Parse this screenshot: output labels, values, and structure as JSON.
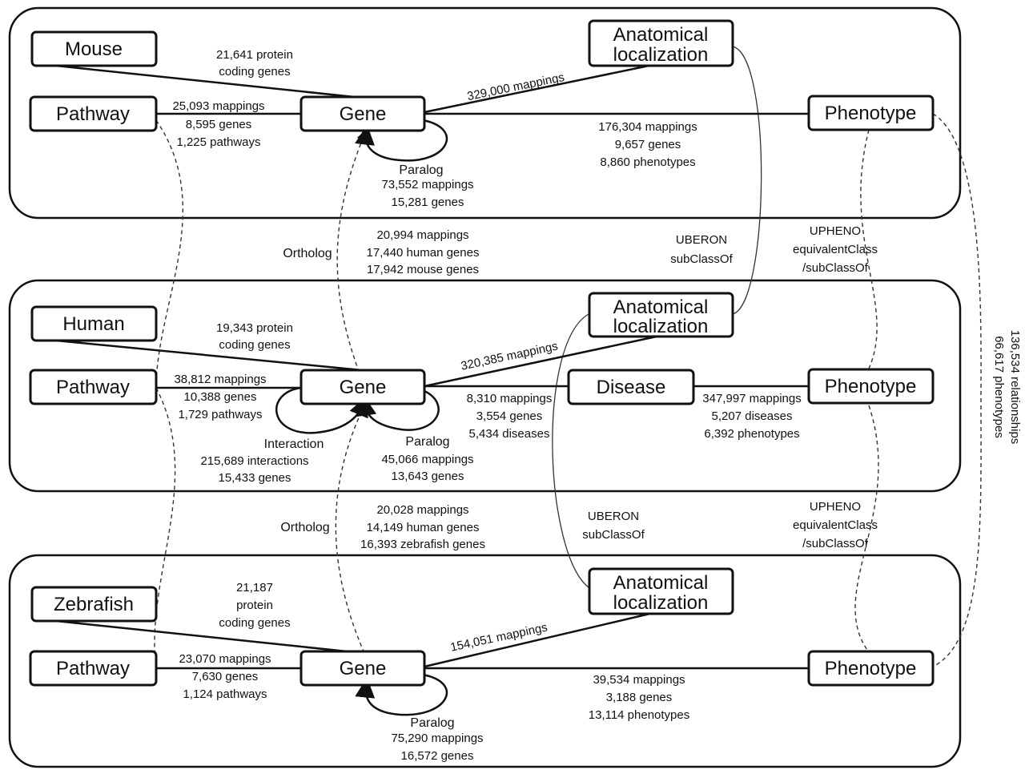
{
  "mouse": {
    "species": "Mouse",
    "pathway": "Pathway",
    "gene": "Gene",
    "anatomical": [
      "Anatomical",
      "localization"
    ],
    "phenotype": "Phenotype",
    "species_gene": [
      "21,641 protein",
      "coding genes"
    ],
    "pathway_gene": [
      "25,093 mappings",
      "8,595 genes",
      "1,225 pathways"
    ],
    "gene_anatomical": "329,000 mappings",
    "gene_phenotype": [
      "176,304 mappings",
      "9,657 genes",
      "8,860 phenotypes"
    ],
    "paralog": [
      "Paralog",
      "73,552 mappings",
      "15,281 genes"
    ]
  },
  "between_mouse_human": {
    "ortholog": "Ortholog",
    "ortholog_stats": [
      "20,994 mappings",
      "17,440 human genes",
      "17,942 mouse genes"
    ],
    "uberon": [
      "UBERON",
      "subClassOf"
    ],
    "upheno": [
      "UPHENO",
      "equivalentClass",
      "/subClassOf"
    ]
  },
  "human": {
    "species": "Human",
    "pathway": "Pathway",
    "gene": "Gene",
    "anatomical": [
      "Anatomical",
      "localization"
    ],
    "disease": "Disease",
    "phenotype": "Phenotype",
    "species_gene": [
      "19,343 protein",
      "coding genes"
    ],
    "pathway_gene": [
      "38,812 mappings",
      "10,388 genes",
      "1,729 pathways"
    ],
    "gene_anatomical": "320,385 mappings",
    "gene_disease": [
      "8,310 mappings",
      "3,554 genes",
      "5,434 diseases"
    ],
    "disease_phenotype": [
      "347,997 mappings",
      "5,207 diseases",
      "6,392 phenotypes"
    ],
    "interaction": [
      "Interaction",
      "215,689 interactions",
      "15,433 genes"
    ],
    "paralog": [
      "Paralog",
      "45,066 mappings",
      "13,643 genes"
    ]
  },
  "between_human_zebrafish": {
    "ortholog": "Ortholog",
    "ortholog_stats": [
      "20,028 mappings",
      "14,149 human genes",
      "16,393 zebrafish genes"
    ],
    "uberon": [
      "UBERON",
      "subClassOf"
    ],
    "upheno": [
      "UPHENO",
      "equivalentClass",
      "/subClassOf"
    ]
  },
  "zebrafish": {
    "species": "Zebrafish",
    "pathway": "Pathway",
    "gene": "Gene",
    "anatomical": [
      "Anatomical",
      "localization"
    ],
    "phenotype": "Phenotype",
    "species_gene": [
      "21,187",
      "protein",
      "coding genes"
    ],
    "pathway_gene": [
      "23,070 mappings",
      "7,630 genes",
      "1,124 pathways"
    ],
    "gene_anatomical": "154,051 mappings",
    "gene_phenotype": [
      "39,534 mappings",
      "3,188 genes",
      "13,114 phenotypes"
    ],
    "paralog": [
      "Paralog",
      "75,290 mappings",
      "16,572 genes"
    ]
  },
  "mouse_zebrafish_phenotype": [
    "136,534 relationships",
    "66,617 phenotypes"
  ]
}
